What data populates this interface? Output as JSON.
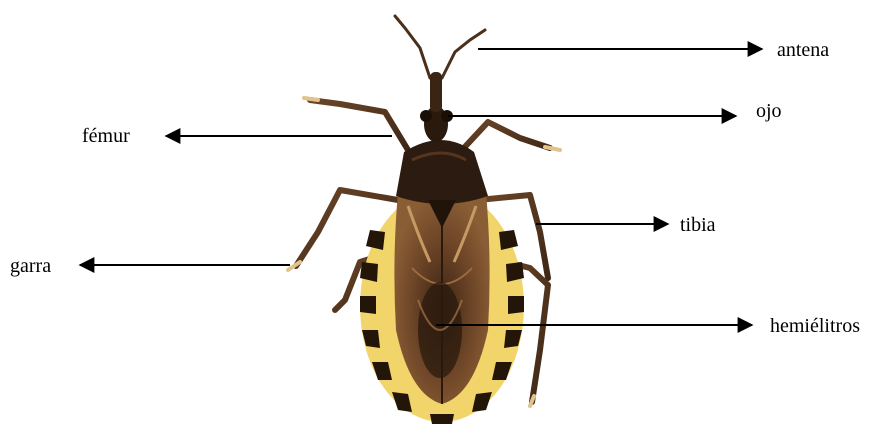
{
  "diagram": {
    "labels": {
      "antena": "antena",
      "ojo": "ojo",
      "femur": "fémur",
      "tibia": "tibia",
      "garra": "garra",
      "hemielitros": "hemiélitros"
    },
    "colors": {
      "arrow": "#000000",
      "body_dark": "#2a1a10",
      "body_mid": "#6b4326",
      "body_light": "#a87a4c",
      "connexivum_yellow": "#f3d56a",
      "connexivum_dark": "#2b1a0f",
      "leg": "#5a3a22",
      "leg_tip": "#d9b37a"
    },
    "image": "kissing-bug-top-view"
  }
}
